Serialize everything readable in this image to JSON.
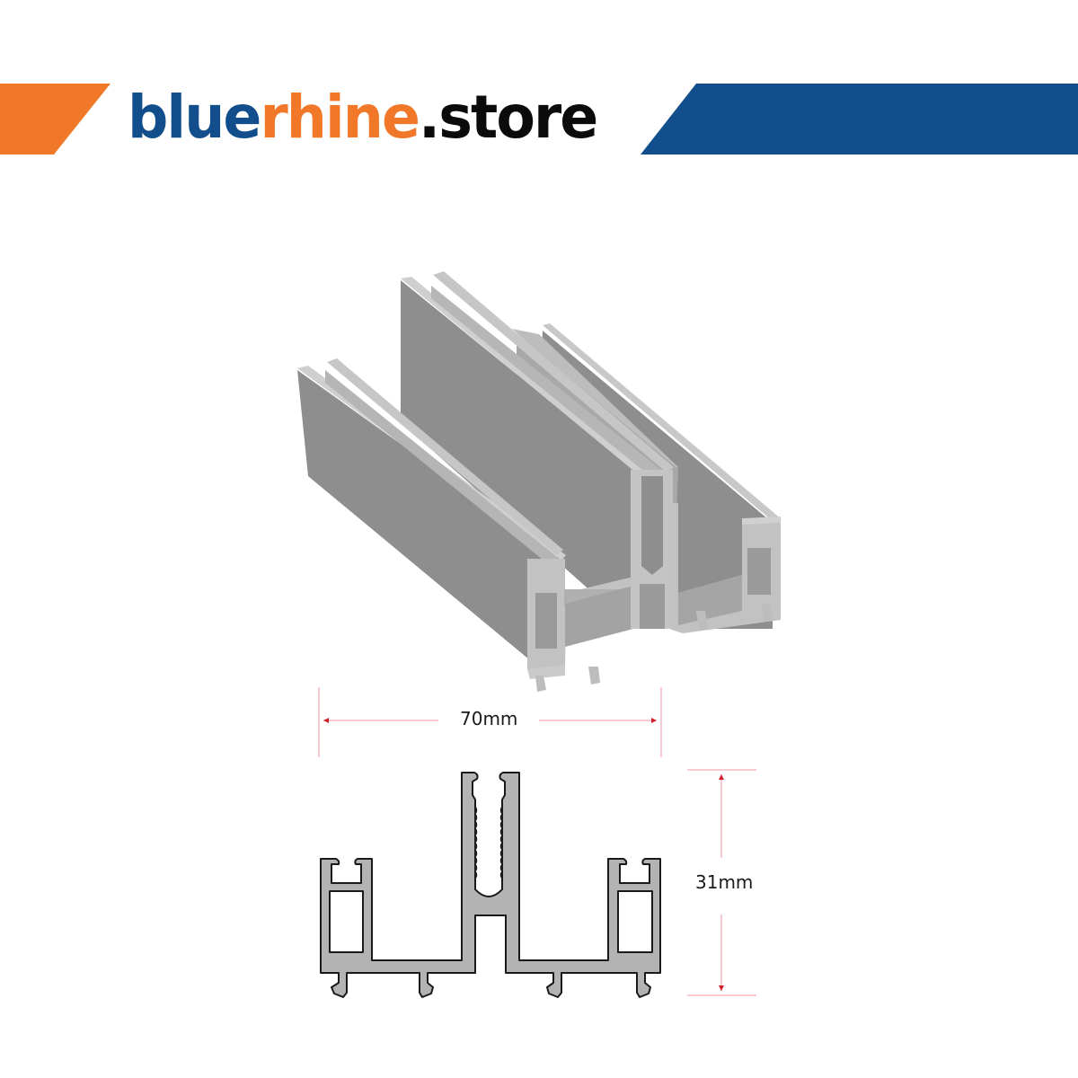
{
  "brand": {
    "part1": "blue",
    "part2": "rhine",
    "part3": ".store",
    "colors": {
      "blue": "#134e8c",
      "orange": "#f07828",
      "black": "#0b0b0b"
    }
  },
  "banner": {
    "left_accent_color": "#f07828",
    "right_accent_color": "#134e8c"
  },
  "product": {
    "render_face_dark": "#8e8e8e",
    "render_face_light": "#c4c4c4",
    "profile_fill": "#b3b3b3",
    "profile_outline": "#1a1a1a"
  },
  "dimensions": {
    "width_label": "70mm",
    "height_label": "31mm",
    "line_color": "#e8a0a8",
    "arrow_color": "#d0202c"
  }
}
